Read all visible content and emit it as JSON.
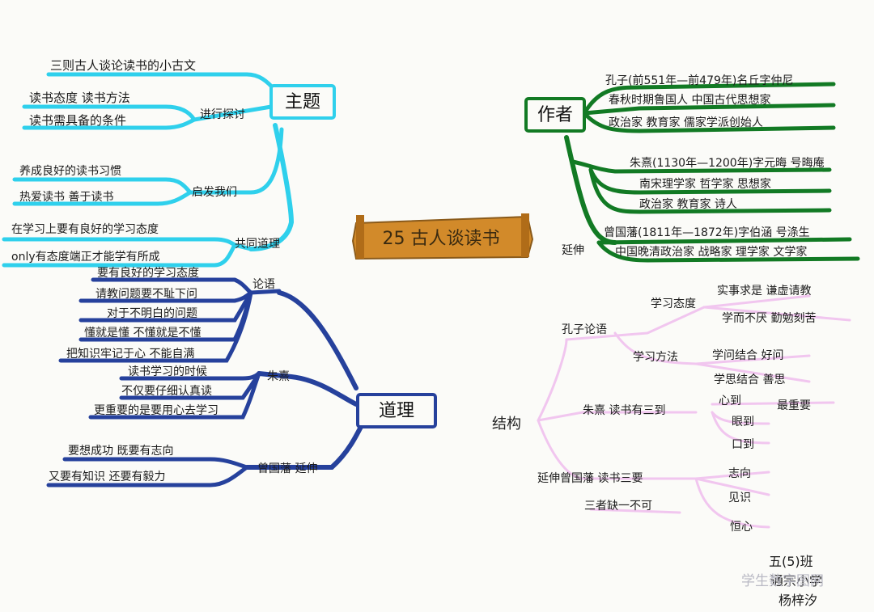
{
  "center": "25 古人谈读书",
  "theme": {
    "hub": "主题",
    "items": [
      "三则古人谈论读书的小古文",
      "读书态度 读书方法",
      "读书需具备的条件",
      "进行探讨",
      "养成良好的读书习惯",
      "热爱读书 善于读书",
      "启发我们",
      "在学习上要有良好的学习态度",
      "only有态度端正才能学有所成",
      "共同道理"
    ]
  },
  "author": {
    "hub": "作者",
    "items": [
      "孔子(前551年—前479年)名丘字仲尼",
      "春秋时期鲁国人 中国古代思想家",
      "政治家 教育家 儒家学派创始人",
      "朱熹(1130年—1200年)字元晦 号晦庵",
      "南宋理学家 哲学家 思想家",
      "政治家 教育家 诗人",
      "延伸",
      "曾国藩(1811年—1872年)字伯涵 号涤生",
      "中国晚清政治家 战略家 理学家 文学家"
    ]
  },
  "reason": {
    "hub": "道理",
    "items": [
      "要有良好的学习态度",
      "请教问题要不耻下问",
      "对于不明白的问题",
      "懂就是懂 不懂就是不懂",
      "把知识牢记于心 不能自满",
      "论语",
      "读书学习的时候",
      "不仅要仔细认真读",
      "更重要的是要用心去学习",
      "朱熹",
      "要想成功 既要有志向",
      "又要有知识 还要有毅力",
      "曾国藩 延伸"
    ]
  },
  "structure": {
    "hub": "结构",
    "items": [
      "孔子论语",
      "学习态度",
      "实事求是 谦虚请教",
      "学而不厌 勤勉刻苦",
      "学习方法",
      "学问结合 好问",
      "学思结合 善思",
      "朱熹 读书有三到",
      "心到",
      "最重要",
      "眼到",
      "口到",
      "延伸曾国藩 读书三要",
      "三者缺一不可",
      "志向",
      "见识",
      "恒心"
    ]
  },
  "signature": [
    "五(5)班",
    "通宗小学",
    "杨梓汐"
  ],
  "watermark": "学生数字图网",
  "colors": {
    "theme": "#2fd0ec",
    "author": "#127a24",
    "reason": "#26419c",
    "structure": "#f1c6ef",
    "center": "#d28a2a"
  }
}
